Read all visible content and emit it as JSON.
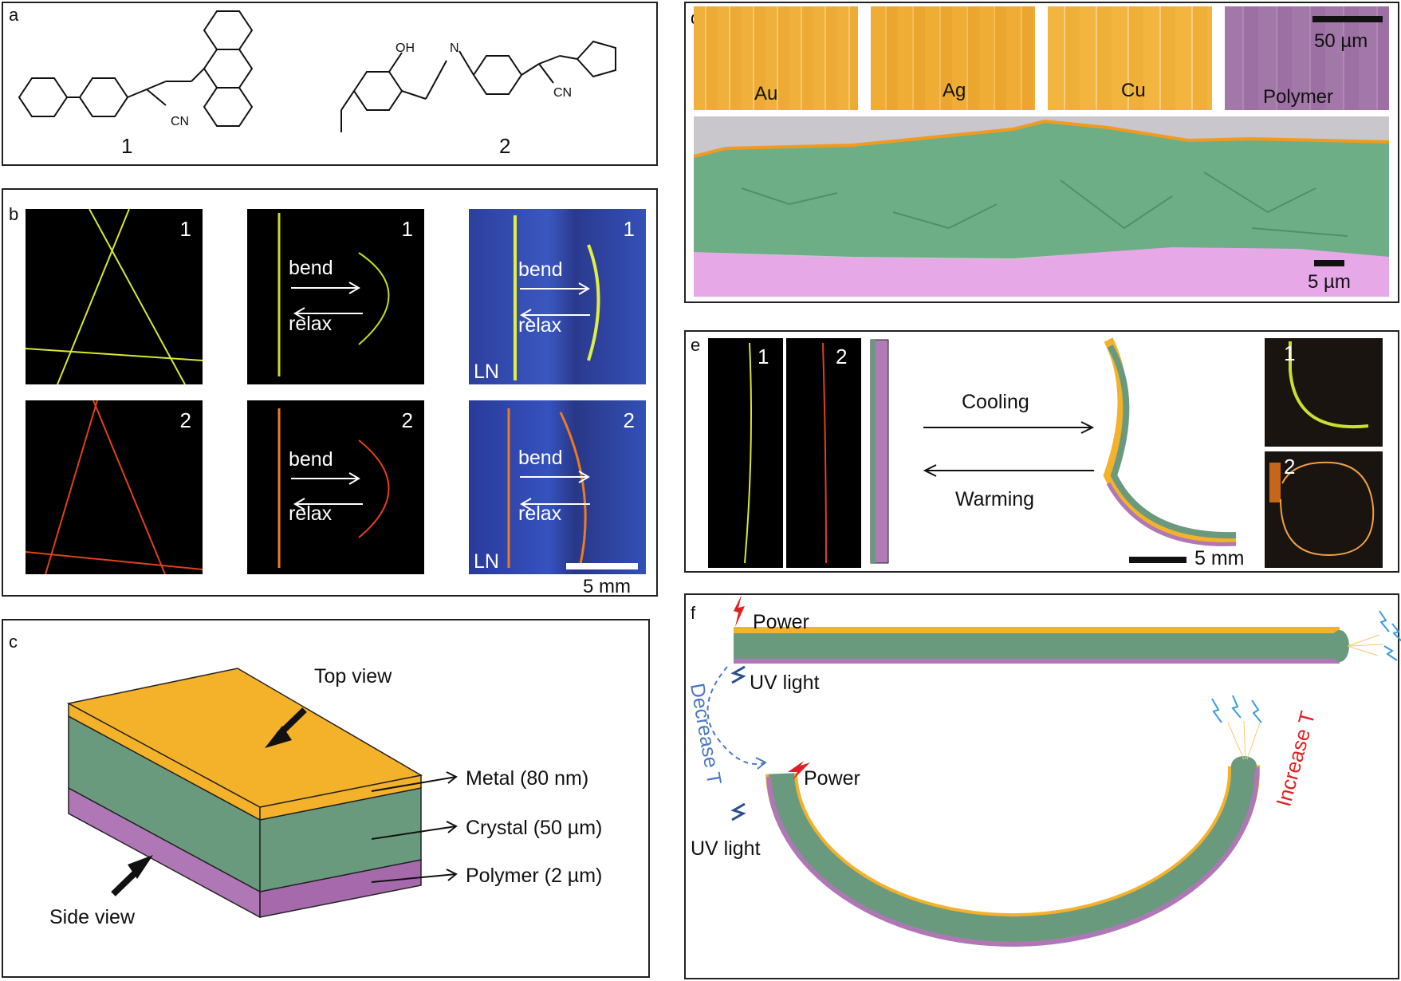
{
  "panels": {
    "a": "a",
    "b": "b",
    "c": "c",
    "d": "d",
    "e": "e",
    "f": "f"
  },
  "panel_a": {
    "compound1_label": "1",
    "compound2_label": "2",
    "atom_cn1": "CN",
    "atom_cn2": "CN",
    "atom_oh": "OH",
    "atom_n": "N"
  },
  "panel_b": {
    "n1": "1",
    "n2": "2",
    "bend": "bend",
    "relax": "relax",
    "ln": "LN",
    "scale": "5 mm"
  },
  "panel_c": {
    "top_view": "Top view",
    "side_view": "Side view",
    "metal": "Metal (80 nm)",
    "crystal": "Crystal (50 µm)",
    "polymer": "Polymer (2 µm)"
  },
  "panel_d": {
    "au": "Au",
    "ag": "Ag",
    "cu": "Cu",
    "polymer": "Polymer",
    "scale_top": "50 µm",
    "scale_bottom": "5 µm"
  },
  "panel_e": {
    "n1": "1",
    "n2": "2",
    "cooling": "Cooling",
    "warming": "Warming",
    "scale": "5 mm"
  },
  "panel_f": {
    "power": "Power",
    "uv_light": "UV light",
    "decrease_t": "Decrease T",
    "increase_t": "Increase T"
  },
  "colors": {
    "metal": "#F4B12A",
    "crystal": "#6A9A7E",
    "polymer": "#B077B6",
    "yellow_crystal": "#E8F23A",
    "red_crystal": "#E8401E",
    "orange_crystal": "#F07A1E",
    "uv_blue": "#2B4F8E",
    "red_arrow": "#E02020",
    "dashed_blue": "#4A78C2"
  }
}
